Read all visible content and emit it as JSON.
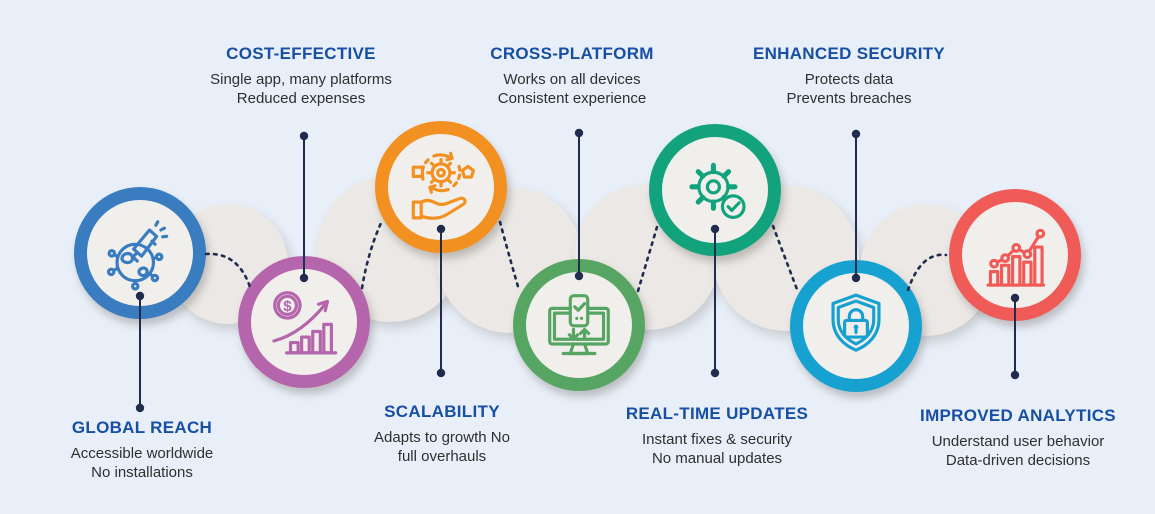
{
  "colors": {
    "bg": "#e8eff8",
    "title": "#164fa3",
    "subtitle": "#2f2f2f",
    "connector": "#1f2c4d",
    "ribbon": "#ebe8e5",
    "disc": "#f1efeb"
  },
  "items": [
    {
      "id": "global-reach",
      "title": "GLOBAL REACH",
      "desc1": "Accessible worldwide",
      "desc2": "No installations",
      "color": "#3a7cc0",
      "icon": "globe-network-megaphone-icon",
      "label_position": "bottom"
    },
    {
      "id": "cost-effective",
      "title": "COST-EFFECTIVE",
      "desc1": "Single app, many platforms",
      "desc2": "Reduced expenses",
      "color": "#b465ab",
      "icon": "coin-growth-chart-icon",
      "label_position": "top"
    },
    {
      "id": "scalability",
      "title": "SCALABILITY",
      "desc1": "Adapts to growth No",
      "desc2": "full overhauls",
      "color": "#f29122",
      "icon": "hand-gear-icon",
      "label_position": "bottom"
    },
    {
      "id": "cross-platform",
      "title": "CROSS-PLATFORM",
      "desc1": "Works on all devices",
      "desc2": "Consistent experience",
      "color": "#57a563",
      "icon": "monitor-phone-sync-icon",
      "label_position": "top"
    },
    {
      "id": "real-time-updates",
      "title": "REAL-TIME UPDATES",
      "desc1": "Instant fixes & security",
      "desc2": "No manual updates",
      "color": "#12a37d",
      "icon": "gear-check-icon",
      "label_position": "bottom"
    },
    {
      "id": "enhanced-security",
      "title": "ENHANCED SECURITY",
      "desc1": "Protects data",
      "desc2": "Prevents breaches",
      "color": "#16a1d1",
      "icon": "shield-lock-icon",
      "label_position": "top"
    },
    {
      "id": "improved-analytics",
      "title": "IMPROVED ANALYTICS",
      "desc1": "Understand user behavior",
      "desc2": "Data-driven decisions",
      "color": "#f05b58",
      "icon": "trend-bar-chart-icon",
      "label_position": "bottom"
    }
  ]
}
